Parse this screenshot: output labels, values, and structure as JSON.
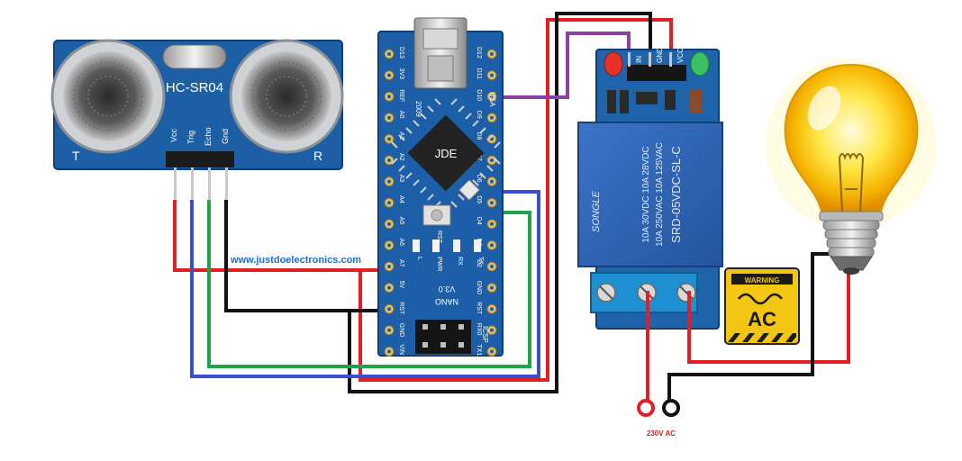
{
  "colors": {
    "wire_red": "#e41e26",
    "wire_black": "#111111",
    "wire_blue": "#3a4fcf",
    "wire_green": "#1fa34a",
    "wire_purple": "#8e3fa0",
    "pcb_blue": "#1c5fa8",
    "website_text": "#1a6fd6",
    "ac_label": "#d62020",
    "warning_yellow": "#f3c614"
  },
  "sensor": {
    "model": "HC-SR04",
    "corner_left": "T",
    "corner_right": "R",
    "pins": [
      "Vcc",
      "Trig",
      "Echo",
      "Gnd"
    ]
  },
  "arduino": {
    "chip_label": "JDE",
    "left_pins": [
      "D13",
      "3V3",
      "REF",
      "A0",
      "A1",
      "A2",
      "A3",
      "A4",
      "A5",
      "A6",
      "A7",
      "5V",
      "RST",
      "GND",
      "VIN"
    ],
    "right_pins": [
      "D12",
      "D11",
      "D10",
      "D9",
      "D8",
      "D7",
      "D6",
      "D5",
      "D4",
      "D3",
      "D2",
      "GND",
      "RST",
      "RX0",
      "TX1"
    ],
    "usa_label": "USA",
    "year_label": "2009",
    "rst_label": "RST",
    "led_labels": [
      "L",
      "PWR",
      "RX",
      "TX"
    ],
    "nano_label": "NANO",
    "version_label": "V3.0",
    "icsp_label": "ICSP"
  },
  "relay": {
    "pins": [
      "IN",
      "GND",
      "VCC"
    ],
    "brand": "SONGLE",
    "model": "SRD-05VDC-SL-C",
    "ratings": [
      "10A 250VAC  10A 125VAC",
      "10A 30VDC  10A 28VDC"
    ]
  },
  "warning_sign": {
    "title": "WARNING",
    "label": "AC"
  },
  "website": "www.justdoelectronics.com",
  "ac_source_label": "230V AC",
  "icons": [
    "ultrasonic-sensor-icon",
    "arduino-nano-icon",
    "relay-module-icon",
    "light-bulb-icon",
    "ac-warning-icon",
    "ac-terminal-icon"
  ]
}
